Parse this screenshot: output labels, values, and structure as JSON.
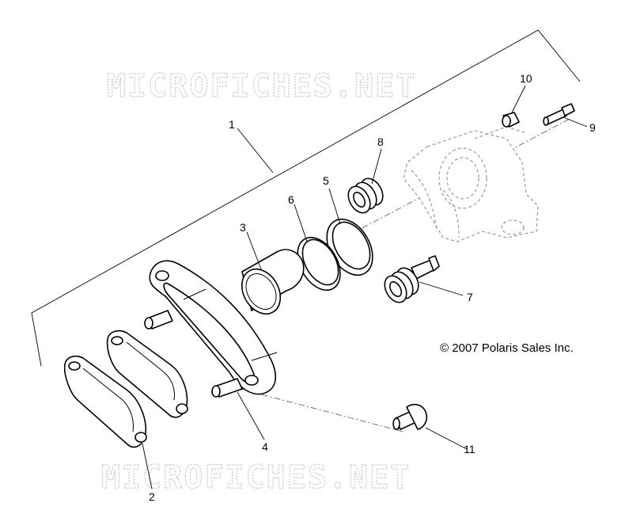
{
  "watermark": {
    "text": "MICROFICHES.NET"
  },
  "copyright": {
    "text": "© 2007 Polaris Sales Inc."
  },
  "callouts": [
    "1",
    "2",
    "3",
    "4",
    "5",
    "6",
    "7",
    "8",
    "9",
    "10",
    "11"
  ]
}
